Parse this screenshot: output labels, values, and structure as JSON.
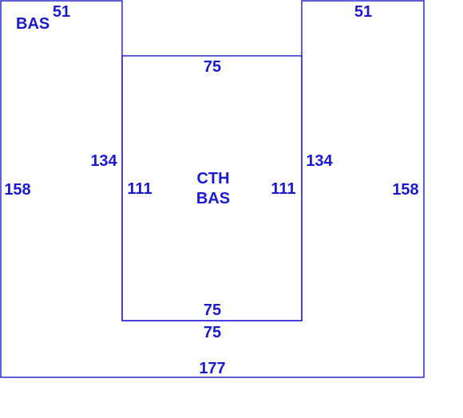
{
  "colors": {
    "line": "#2a2ad0",
    "text": "#1a1acc",
    "background": "#ffffff"
  },
  "areas": {
    "outer": {
      "label": "BAS"
    },
    "inner": {
      "label_line1": "CTH",
      "label_line2": "BAS"
    }
  },
  "dimensions": {
    "outer_top_left": "51",
    "outer_top_right": "51",
    "outer_left": "158",
    "outer_right": "158",
    "outer_bottom": "177",
    "notch_left": "134",
    "notch_right": "134",
    "notch_bottom": "75",
    "inner_top": "75",
    "inner_left": "111",
    "inner_right": "111",
    "inner_bottom": "75"
  }
}
